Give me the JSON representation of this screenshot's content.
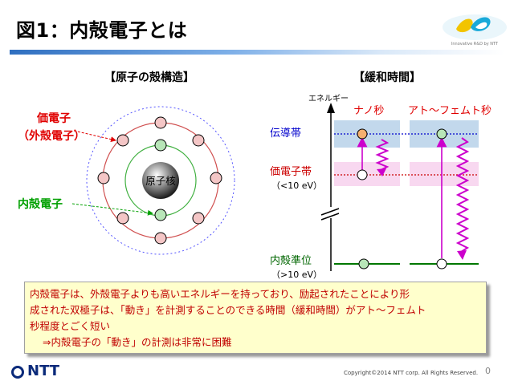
{
  "header": {
    "title": "図1：内殻電子とは",
    "logo_caption": "Innovative R&D by NTT"
  },
  "atom": {
    "heading": "【原子の殻構造】",
    "valence_label_1": "価電子",
    "valence_label_2": "（外殻電子）",
    "core_label": "内殻電子",
    "nucleus_label": "原子核"
  },
  "relax": {
    "heading": "【緩和時間】",
    "energy_axis": "エネルギー",
    "nano_label": "ナノ秒",
    "atto_label": "アト〜フェムト秒",
    "conduction_band": "伝導帯",
    "valence_band": "価電子帯",
    "valence_energy": "（<10 eV）",
    "core_level": "内殻準位",
    "core_energy": "（>10 eV）"
  },
  "note": {
    "line1": "内殻電子は、外殻電子よりも高いエネルギーを持っており、励起されたことにより形",
    "line2": "成された双極子は、「動き」を計測することのできる時間（緩和時間）がアト〜フェムト",
    "line3": "秒程度とごく短い",
    "line4": "⇒内殻電子の「動き」の計測は非常に困難"
  },
  "footer": {
    "company": "NTT",
    "copyright": "Copyright©2014  NTT corp. All Rights Reserved.",
    "page": "0"
  },
  "colors": {
    "title_rule": "#2f6fc0",
    "electron_fill": "#f4c6c6",
    "inner_electron_fill": "#b8e6b8",
    "note_text": "#c00000",
    "conduction_band": "#0000cc",
    "valence_band": "#cc0000",
    "core_level": "#006600",
    "excitation_arrow": "#cc00cc"
  }
}
